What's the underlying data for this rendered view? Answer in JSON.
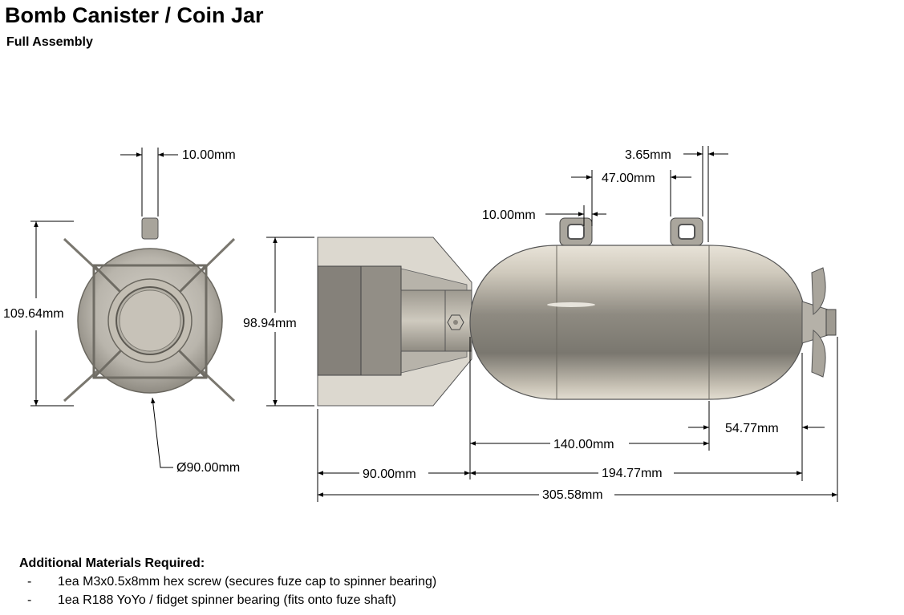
{
  "title": "Bomb Canister / Coin Jar",
  "subtitle": "Full Assembly",
  "dimensions": {
    "front_top_width": "10.00mm",
    "front_height": "109.64mm",
    "front_diameter": "Ø90.00mm",
    "side_height": "98.94mm",
    "fin_gap": "3.65mm",
    "lug_spacing": "47.00mm",
    "lug_width": "10.00mm",
    "body_length": "140.00mm",
    "fuze_length": "54.77mm",
    "tail_length": "90.00mm",
    "body_fuze_length": "194.77mm",
    "overall_length": "305.58mm"
  },
  "notes": {
    "title": "Additional Materials Required:",
    "items": [
      {
        "bullet": "-",
        "text": "1ea M3x0.5x8mm hex screw (secures fuze cap to spinner bearing)"
      },
      {
        "bullet": "-",
        "text": "1ea R188 YoYo / fidget spinner bearing (fits onto fuze shaft)"
      }
    ]
  }
}
